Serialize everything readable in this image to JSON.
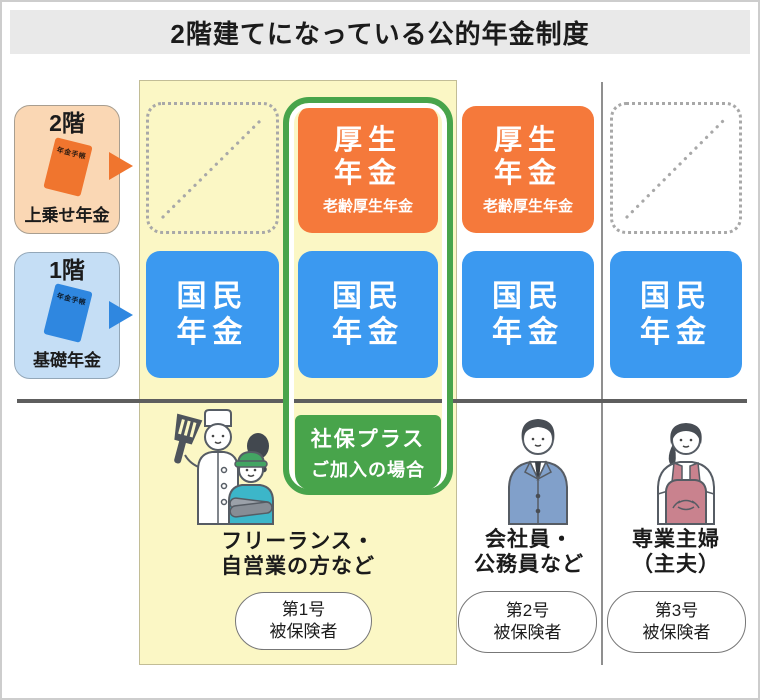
{
  "title": "2階建てになっている公的年金制度",
  "legend": {
    "floor2": {
      "label": "2階",
      "book": "年金手帳",
      "sublabel": "上乗せ年金"
    },
    "floor1": {
      "label": "1階",
      "book": "年金手帳",
      "sublabel": "基礎年金"
    }
  },
  "boxes": {
    "kosei": {
      "line1": "厚生",
      "line2": "年金",
      "subtitle": "老齢厚生年金"
    },
    "kokumin": {
      "line1": "国民",
      "line2": "年金"
    }
  },
  "badge": {
    "line1": "社保プラス",
    "line2": "ご加入の場合"
  },
  "columns": [
    {
      "caption1": "フリーランス・",
      "caption2": "自営業の方など",
      "insured1": "第1号",
      "insured2": "被保険者"
    },
    {
      "caption1": "会社員・",
      "caption2": "公務員など",
      "insured1": "第2号",
      "insured2": "被保険者"
    },
    {
      "caption1": "専業主婦",
      "caption2": "（主夫）",
      "insured1": "第3号",
      "insured2": "被保険者"
    }
  ],
  "colors": {
    "orange": "#f5793b",
    "blue": "#3b99f0",
    "green": "#48a44b",
    "panel_yellow": "#fbf7c5",
    "legend_peach": "#fad7b4",
    "legend_light_blue": "#c5def5"
  }
}
